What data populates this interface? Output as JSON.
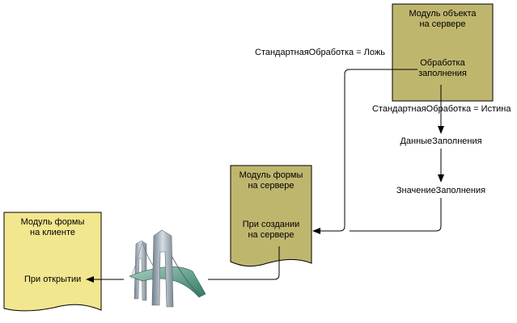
{
  "colors": {
    "server_box": "#bfb66e",
    "client_box": "#f2e68e",
    "line": "#000000"
  },
  "nodes": {
    "object_module": {
      "title": "Модуль объекта\nна сервере",
      "title_line1": "Модуль объекта",
      "title_line2": "на сервере",
      "handler_line1": "Обработка",
      "handler_line2": "заполнения"
    },
    "server_form_module": {
      "title_line1": "Модуль формы",
      "title_line2": "на сервере",
      "handler_line1": "При создании",
      "handler_line2": "на сервере"
    },
    "client_form_module": {
      "title_line1": "Модуль формы",
      "title_line2": "на клиенте",
      "handler": "При открытии"
    },
    "bridge": {
      "icon": "bridge-icon"
    }
  },
  "edge_labels": {
    "standard_false": "СтандартнаяОбработка = Ложь",
    "standard_true": "СтандартнаяОбработка = Истина",
    "fill_data": "ДанныеЗаполнения",
    "fill_value": "ЗначениеЗаполнения"
  }
}
